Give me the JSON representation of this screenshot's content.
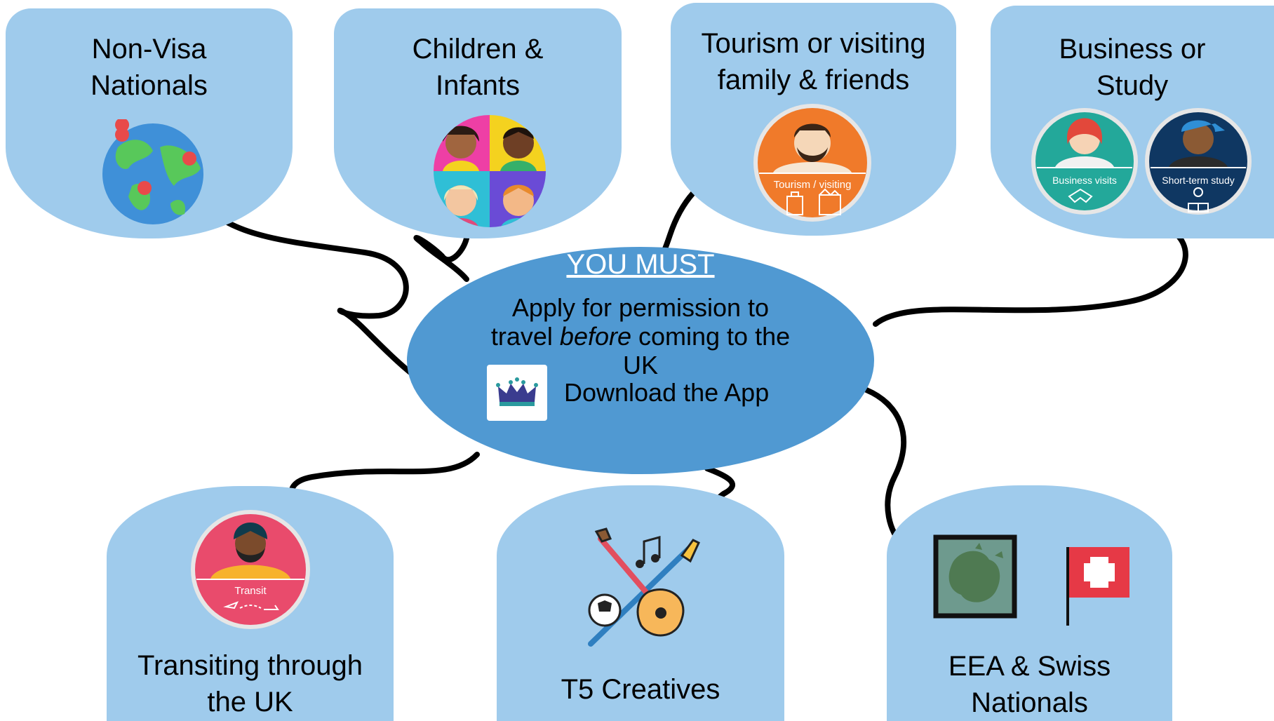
{
  "cards": {
    "non_visa": {
      "title_line1": "Non-Visa",
      "title_line2": "Nationals",
      "icon": "globe-with-pins-icon"
    },
    "children": {
      "title_line1": "Children &",
      "title_line2": "Infants",
      "icon": "children-faces-icon"
    },
    "tourism": {
      "title_line1": "Tourism or visiting",
      "title_line2": "family & friends",
      "badge": "Tourism / visiting",
      "icon": "tourist-avatar-icon"
    },
    "business": {
      "title_line1": "Business or",
      "title_line2": "Study",
      "badge_left": "Business visits",
      "badge_right": "Short-term study",
      "icon": "business-study-avatars-icon"
    },
    "transit": {
      "title_line1": "Transiting through",
      "title_line2": "the UK",
      "badge": "Transit",
      "icon": "transit-avatar-icon"
    },
    "creatives": {
      "title": "T5 Creatives",
      "icon": "arts-sports-icon"
    },
    "eea": {
      "title_line1": "EEA & Swiss",
      "title_line2": "Nationals",
      "icon": "eu-map-and-swiss-flag-icon"
    }
  },
  "center": {
    "heading": "YOU MUST",
    "line1": "Apply for permission to",
    "line2_pre": "travel ",
    "line2_em": "before",
    "line2_post": " coming to the",
    "line3": "UK",
    "app_label": "Download the App",
    "app_icon": "crown-app-icon"
  },
  "colors": {
    "card_fill": "#9fcbec",
    "center_fill": "#5099d2",
    "connector": "#000000"
  }
}
